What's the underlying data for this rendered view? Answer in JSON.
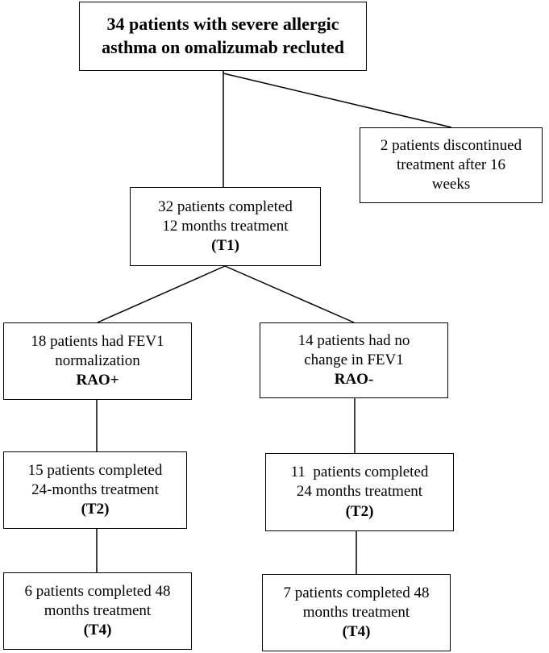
{
  "flowchart": {
    "top": {
      "line1": "34 patients with severe allergic",
      "line2": "asthma on omalizumab recluted"
    },
    "discontinued": {
      "line1": "2 patients discontinued",
      "line2": "treatment after 16",
      "line3": "weeks"
    },
    "t1": {
      "line1": "32 patients completed",
      "line2": "12 months treatment",
      "tag": "(T1)"
    },
    "rao_pos": {
      "line1": "18 patients had FEV1",
      "line2": "normalization",
      "tag": "RAO+"
    },
    "rao_neg": {
      "line1": "14 patients had no",
      "line2": "change in FEV1",
      "tag": "RAO-"
    },
    "t2_left": {
      "line1": "15 patients completed",
      "line2": "24-months treatment",
      "tag": "(T2)"
    },
    "t2_right": {
      "line1": "11  patients completed",
      "line2": "24 months treatment",
      "tag": "(T2)"
    },
    "t4_left": {
      "line1": "6 patients completed 48",
      "line2": "months treatment",
      "tag": "(T4)"
    },
    "t4_right": {
      "line1": "7 patients completed 48",
      "line2": "months treatment",
      "tag": "(T4)"
    }
  }
}
